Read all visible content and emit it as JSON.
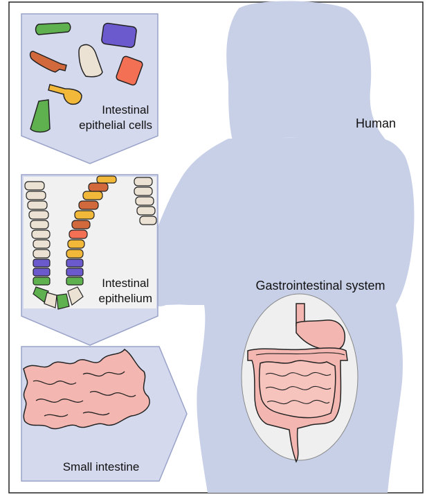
{
  "labels": {
    "cells": [
      "Intestinal",
      "epithelial cells"
    ],
    "epithelium": [
      "Intestinal",
      "epithelium"
    ],
    "small_intestine": "Small intestine",
    "human": "Human",
    "gi_system": "Gastrointestinal system"
  },
  "colors": {
    "silhouette": "#c8d0e8",
    "panel_fill": "#d4d9ee",
    "panel_stroke": "#9aa3c8",
    "tissue": "#f4b6b0",
    "tissue_stroke": "#222222",
    "gi_oval": "#efefef",
    "cell_green": "#5fb04f",
    "cell_purple": "#6a5acd",
    "cell_orange": "#d2693c",
    "cell_beige": "#ece2d4",
    "cell_red": "#f47055",
    "cell_yellow": "#f1b83a"
  }
}
